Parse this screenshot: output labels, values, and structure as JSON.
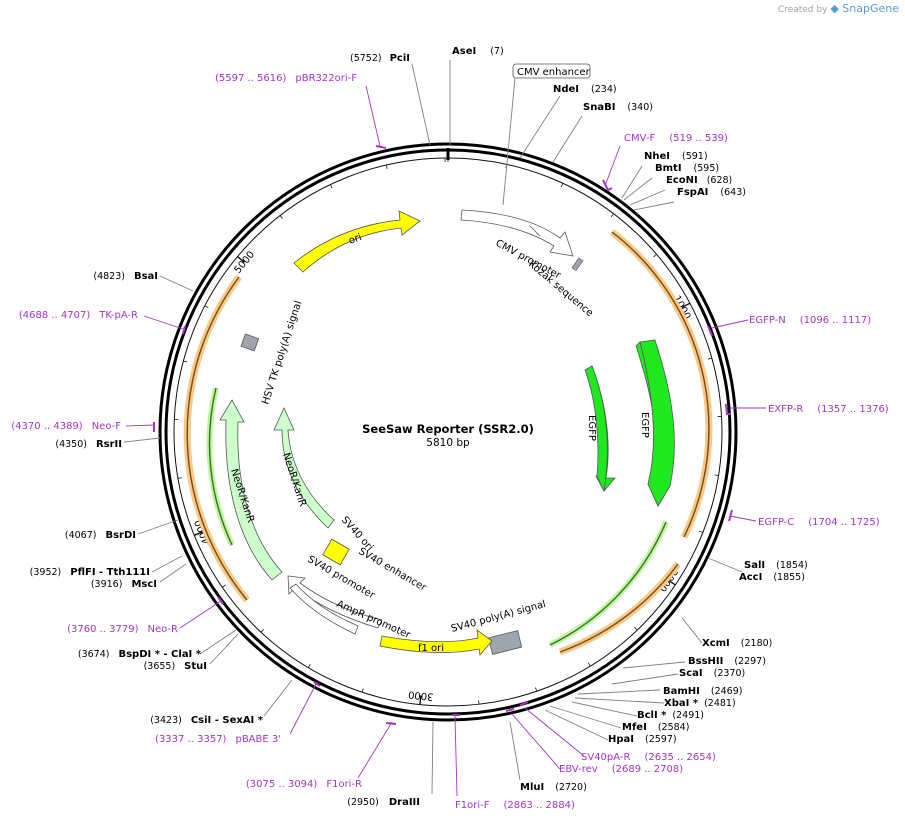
{
  "credit": {
    "prefix": "Created by",
    "brand": "SnapGene"
  },
  "plasmid": {
    "name": "SeeSaw Reporter (SSR2.0)",
    "length_label": "5810 bp",
    "length": 5810
  },
  "ticks": [
    {
      "label": "1000",
      "bp": 1000
    },
    {
      "label": "2000",
      "bp": 2000
    },
    {
      "label": "3000",
      "bp": 3000
    },
    {
      "label": "4000",
      "bp": 4000
    },
    {
      "label": "5000",
      "bp": 5000
    }
  ],
  "enzymes": [
    {
      "name": "AseI",
      "pos": "(7)",
      "bp": 7
    },
    {
      "name": "PciI",
      "pos": "(5752)",
      "bp": 5752
    },
    {
      "name": "NdeI",
      "pos": "(234)",
      "bp": 234
    },
    {
      "name": "SnaBI",
      "pos": "(340)",
      "bp": 340
    },
    {
      "name": "NheI",
      "pos": "(591)",
      "bp": 591
    },
    {
      "name": "BmtI",
      "pos": "(595)",
      "bp": 595
    },
    {
      "name": "EcoNI",
      "pos": "(628)",
      "bp": 628
    },
    {
      "name": "FspAI",
      "pos": "(643)",
      "bp": 643
    },
    {
      "name": "SalI",
      "pos": "(1854)",
      "bp": 1854
    },
    {
      "name": "AccI",
      "pos": "(1855)",
      "bp": 1855
    },
    {
      "name": "XcmI",
      "pos": "(2180)",
      "bp": 2180
    },
    {
      "name": "BssHII",
      "pos": "(2297)",
      "bp": 2297
    },
    {
      "name": "ScaI",
      "pos": "(2370)",
      "bp": 2370
    },
    {
      "name": "BamHI",
      "pos": "(2469)",
      "bp": 2469
    },
    {
      "name": "XbaI *",
      "pos": "(2481)",
      "bp": 2481
    },
    {
      "name": "BclI *",
      "pos": "(2491)",
      "bp": 2491
    },
    {
      "name": "MfeI",
      "pos": "(2584)",
      "bp": 2584
    },
    {
      "name": "HpaI",
      "pos": "(2597)",
      "bp": 2597
    },
    {
      "name": "MluI",
      "pos": "(2720)",
      "bp": 2720
    },
    {
      "name": "DraIII",
      "pos": "(2950)",
      "bp": 2950
    },
    {
      "name": "CsiI  - SexAI *",
      "pos": "(3423)",
      "bp": 3423
    },
    {
      "name": "BspDI *  - ClaI *",
      "pos": "(3674)",
      "bp": 3674
    },
    {
      "name": "StuI",
      "pos": "(3655)",
      "bp": 3655
    },
    {
      "name": "PflFI  - Tth111I",
      "pos": "(3952)",
      "bp": 3952
    },
    {
      "name": "MscI",
      "pos": "(3916)",
      "bp": 3916
    },
    {
      "name": "BsrDI",
      "pos": "(4067)",
      "bp": 4067
    },
    {
      "name": "RsrII",
      "pos": "(4350)",
      "bp": 4350
    },
    {
      "name": "BsaI",
      "pos": "(4823)",
      "bp": 4823
    }
  ],
  "primers": [
    {
      "name": "pBR322ori-F",
      "range": "(5597 .. 5616)",
      "bp": 5606
    },
    {
      "name": "CMV-F",
      "range": "(519 .. 539)",
      "bp": 529
    },
    {
      "name": "EGFP-N",
      "range": "(1096 .. 1117)",
      "bp": 1106
    },
    {
      "name": "EXFP-R",
      "range": "(1357 .. 1376)",
      "bp": 1366
    },
    {
      "name": "EGFP-C",
      "range": "(1704 .. 1725)",
      "bp": 1714
    },
    {
      "name": "SV40pA-R",
      "range": "(2635 .. 2654)",
      "bp": 2644
    },
    {
      "name": "EBV-rev",
      "range": "(2689 .. 2708)",
      "bp": 2698
    },
    {
      "name": "F1ori-F",
      "range": "(2863 .. 2884)",
      "bp": 2873
    },
    {
      "name": "F1ori-R",
      "range": "(3075 .. 3094)",
      "bp": 3084
    },
    {
      "name": "pBABE 3'",
      "range": "(3337 .. 3357)",
      "bp": 3347
    },
    {
      "name": "Neo-R",
      "range": "(3760 .. 3779)",
      "bp": 3769
    },
    {
      "name": "Neo-F",
      "range": "(4370 .. 4389)",
      "bp": 4379
    },
    {
      "name": "TK-pA-R",
      "range": "(4688 .. 4707)",
      "bp": 4697
    }
  ],
  "features": {
    "cmv_enhancer": "CMV enhancer",
    "cmv_promoter": "CMV promoter",
    "kozak": "Kozak sequence",
    "egfp_inner": "EGFP",
    "egfp_outer": "EGFP",
    "sv40_polya": "SV40 poly(A) signal",
    "f1_ori": "f1 ori",
    "ampr_promoter": "AmpR promoter",
    "sv40_promoter": "SV40 promoter",
    "sv40_ori": "SV40 ori",
    "sv40_enhancer": "SV40 enhancer",
    "neor_inner": "NeoR/KanR",
    "neor_outer": "NeoR/KanR",
    "hsv_tk": "HSV TK poly(A) signal",
    "ori": "ori"
  },
  "colors": {
    "backbone": "#000000",
    "ori": "#ffff00",
    "egfp": "#1fe81f",
    "neor": "#ccffcc",
    "promoter": "#ffffff",
    "polya": "#9ea5ad",
    "primer": "#a634c6",
    "orf": "#e8a238"
  }
}
